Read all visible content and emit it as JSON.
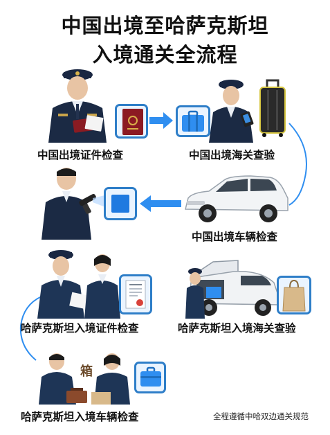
{
  "title": {
    "line1": "中国出境至哈萨克斯坦",
    "line2": "入境通关全流程"
  },
  "steps": [
    {
      "label": "中国出境证件检查"
    },
    {
      "label": "中国出境海关查验"
    },
    {
      "label": "中国出境车辆检查"
    },
    {
      "label": "哈萨克斯坦入境证件检查"
    },
    {
      "label": "哈萨克斯坦入境海关查验"
    },
    {
      "label": "哈萨克斯坦入境车辆检查"
    }
  ],
  "box_label": "箱",
  "footer": "全程遵循中哈双边通关规范",
  "icons": [
    "passport-icon",
    "suitcase-icon",
    "square-icon",
    "document-icon",
    "bag-icon",
    "suitcase-icon"
  ],
  "colors": {
    "accent": "#2e7ec8",
    "arrow": "#2f8ef0",
    "uniform_cn": "#1b2a44",
    "uniform_kz": "#1e3556"
  }
}
